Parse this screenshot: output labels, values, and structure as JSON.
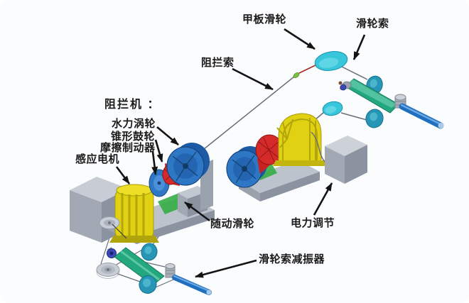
{
  "diagram": {
    "labels": {
      "deck_pulley": "甲板滑轮",
      "pulley_cable": "滑轮索",
      "arresting_cable": "阻拦索",
      "arresting_machine_heading": "阻拦机 ：",
      "water_turbine": "水力涡轮",
      "conical_drum": "锥形鼓轮",
      "friction_brake": "摩擦制动器",
      "induction_motor": "感应电机",
      "follower_pulley": "随动滑轮",
      "power_regulation": "电力调节",
      "cable_damper": "滑轮索减振器"
    }
  },
  "colors": {
    "background": "#fbfcfe",
    "label_text": "#1b1b1b",
    "arrow": "#141414",
    "pulley_cyan": "#38c6da",
    "pulley_teal": "#2795b5",
    "turbine_blue": "#2e77c4",
    "drum_red": "#cc2424",
    "machine_yellow": "#e0d113",
    "cabinet_gray": "#a2a9b4",
    "damper_green": "#23a87d",
    "rod_blue": "#1f6fc0",
    "cable_gray": "#6a6f77"
  }
}
